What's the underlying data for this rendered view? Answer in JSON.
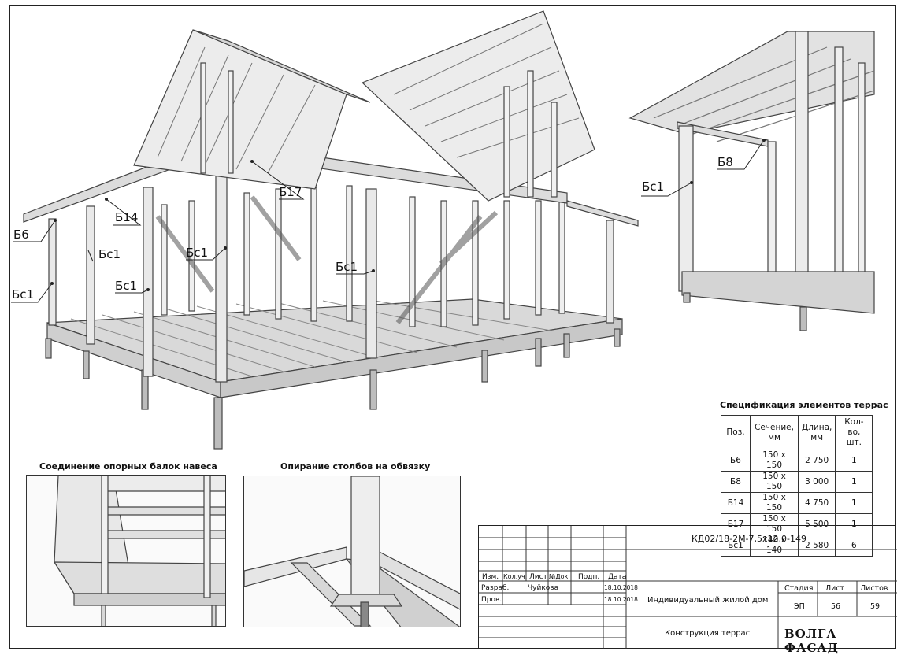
{
  "callouts": {
    "b6": "Б6",
    "bs1_left": "Бс1",
    "bs1_col2": "Бс1",
    "b14": "Б14",
    "bs1_front": "Бс1",
    "bs1_mid": "Бс1",
    "b17": "Б17",
    "bs1_center": "Бс1",
    "bs1_right": "Бс1",
    "b8": "Б8"
  },
  "captions": {
    "detail_left": "Соединение опорных балок навеса",
    "detail_right": "Опирание столбов на обвязку"
  },
  "spec": {
    "title": "Спецификация элементов террас",
    "headers": [
      "Поз.",
      "Сечение, мм",
      "Длина, мм",
      "Кол-во, шт."
    ],
    "rows": [
      [
        "Б6",
        "150 х 150",
        "2 750",
        "1"
      ],
      [
        "Б8",
        "150 х 150",
        "3 000",
        "1"
      ],
      [
        "Б14",
        "150 х 150",
        "4 750",
        "1"
      ],
      [
        "Б17",
        "150 х 150",
        "5 500",
        "1"
      ],
      [
        "Бс1",
        "140 х 140",
        "2 580",
        "6"
      ]
    ]
  },
  "title_block": {
    "code": "КД02/18-2М-7,5х12,0-149",
    "col_headers": [
      "Изм.",
      "Кол.уч.",
      "Лист",
      "№Док.",
      "Подп.",
      "Дата"
    ],
    "developed_label": "Разраб.",
    "developer": "Чуйкова",
    "developed_date": "18.10.2018",
    "checked_label": "Пров.",
    "checked_date": "18.10.2018",
    "object": "Индивидуальный жилой дом",
    "stage_label": "Стадия",
    "sheet_label": "Лист",
    "sheets_label": "Листов",
    "stage": "ЭП",
    "sheet": "56",
    "sheets": "59",
    "sheet_title": "Конструкция террас",
    "company": "ВОЛГА ФАСАД"
  }
}
